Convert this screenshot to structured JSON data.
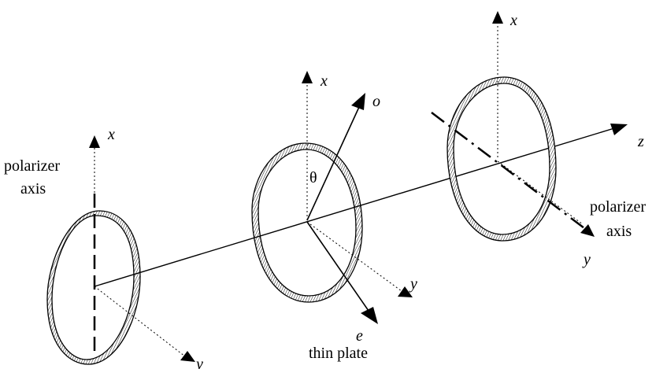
{
  "labels": {
    "left_x": "x",
    "left_y": "y",
    "left_polarizer_line1": "polarizer",
    "left_polarizer_line2": "axis",
    "middle_x": "x",
    "middle_y": "y",
    "middle_o": "o",
    "middle_e": "e",
    "middle_theta": "θ",
    "middle_caption": "thin plate",
    "right_x": "x",
    "right_y": "y",
    "right_z": "z",
    "right_polarizer_line1": "polarizer",
    "right_polarizer_line2": "axis"
  }
}
